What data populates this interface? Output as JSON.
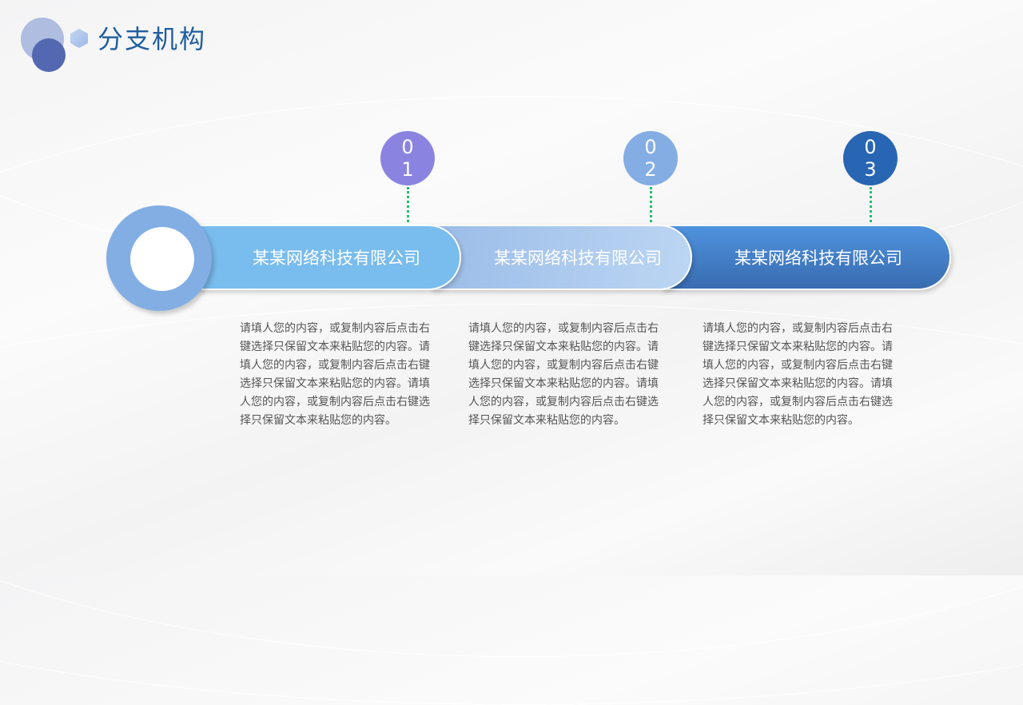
{
  "header": {
    "title": "分支机构"
  },
  "colors": {
    "badge1": "#8a84e0",
    "badge2": "#84ade4",
    "badge3": "#2866b3",
    "connector": "#22c06a",
    "title": "#1f5f9e"
  },
  "branches": [
    {
      "number_top": "0",
      "number_bottom": "1",
      "name": "某某网络科技有限公司",
      "description": "请填人您的内容，或复制内容后点击右键选择只保留文本来粘贴您的内容。请填人您的内容，或复制内容后点击右键选择只保留文本来粘贴您的内容。请填人您的内容，或复制内容后点击右键选择只保留文本来粘贴您的内容。"
    },
    {
      "number_top": "0",
      "number_bottom": "2",
      "name": "某某网络科技有限公司",
      "description": "请填人您的内容，或复制内容后点击右键选择只保留文本来粘贴您的内容。请填人您的内容，或复制内容后点击右键选择只保留文本来粘贴您的内容。请填人您的内容，或复制内容后点击右键选择只保留文本来粘贴您的内容。"
    },
    {
      "number_top": "0",
      "number_bottom": "3",
      "name": "某某网络科技有限公司",
      "description": "请填人您的内容，或复制内容后点击右键选择只保留文本来粘贴您的内容。请填人您的内容，或复制内容后点击右键选择只保留文本来粘贴您的内容。请填人您的内容，或复制内容后点击右键选择只保留文本来粘贴您的内容。"
    }
  ]
}
